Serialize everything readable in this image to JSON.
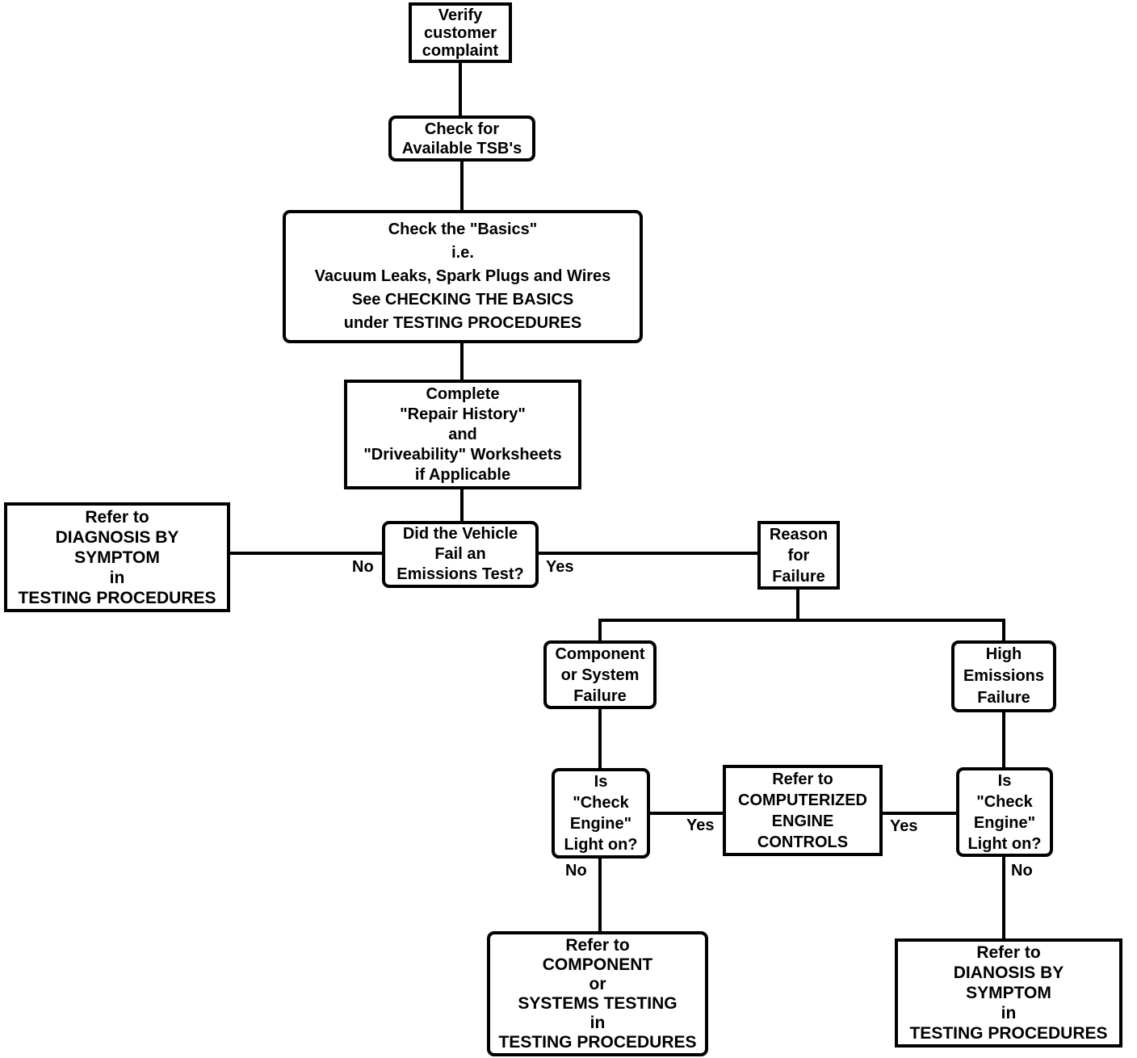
{
  "diagram": {
    "type": "flowchart",
    "colors": {
      "line": "#000000",
      "box_border": "#000000",
      "box_fill": "#ffffff",
      "text": "#000000",
      "background": "#ffffff"
    },
    "nodes": {
      "verify": {
        "text": "Verify\ncustomer\ncomplaint"
      },
      "tsb": {
        "text": "Check for\nAvailable TSB's"
      },
      "basics": {
        "text": "Check the \"Basics\"\ni.e.\nVacuum Leaks, Spark Plugs and Wires\nSee CHECKING THE BASICS\nunder TESTING PROCEDURES"
      },
      "worksheets": {
        "text": "Complete\n\"Repair History\"\nand\n\"Driveability\" Worksheets\nif Applicable"
      },
      "emissions_test": {
        "text": "Did the Vehicle\nFail an\nEmissions Test?"
      },
      "diagnosis_symptom": {
        "text": "Refer to\nDIAGNOSIS BY\nSYMPTOM\nin\nTESTING PROCEDURES"
      },
      "reason": {
        "text": "Reason\nfor\nFailure"
      },
      "component_failure": {
        "text": "Component\nor System\nFailure"
      },
      "high_emissions": {
        "text": "High\nEmissions\nFailure"
      },
      "check_engine_left": {
        "text": "Is\n\"Check\nEngine\"\nLight on?"
      },
      "computerized": {
        "text": "Refer to\nCOMPUTERIZED\nENGINE\nCONTROLS"
      },
      "check_engine_right": {
        "text": "Is\n\"Check\nEngine\"\nLight on?"
      },
      "component_testing": {
        "text": "Refer to\nCOMPONENT\nor\nSYSTEMS TESTING\nin\nTESTING PROCEDURES"
      },
      "dianosis_symptom": {
        "text": "Refer to\nDIANOSIS BY\nSYMPTOM\nin\nTESTING PROCEDURES"
      }
    },
    "edge_labels": {
      "no_emissions": "No",
      "yes_emissions": "Yes",
      "yes_left": "Yes",
      "yes_right": "Yes",
      "no_left": "No",
      "no_right": "No"
    }
  }
}
